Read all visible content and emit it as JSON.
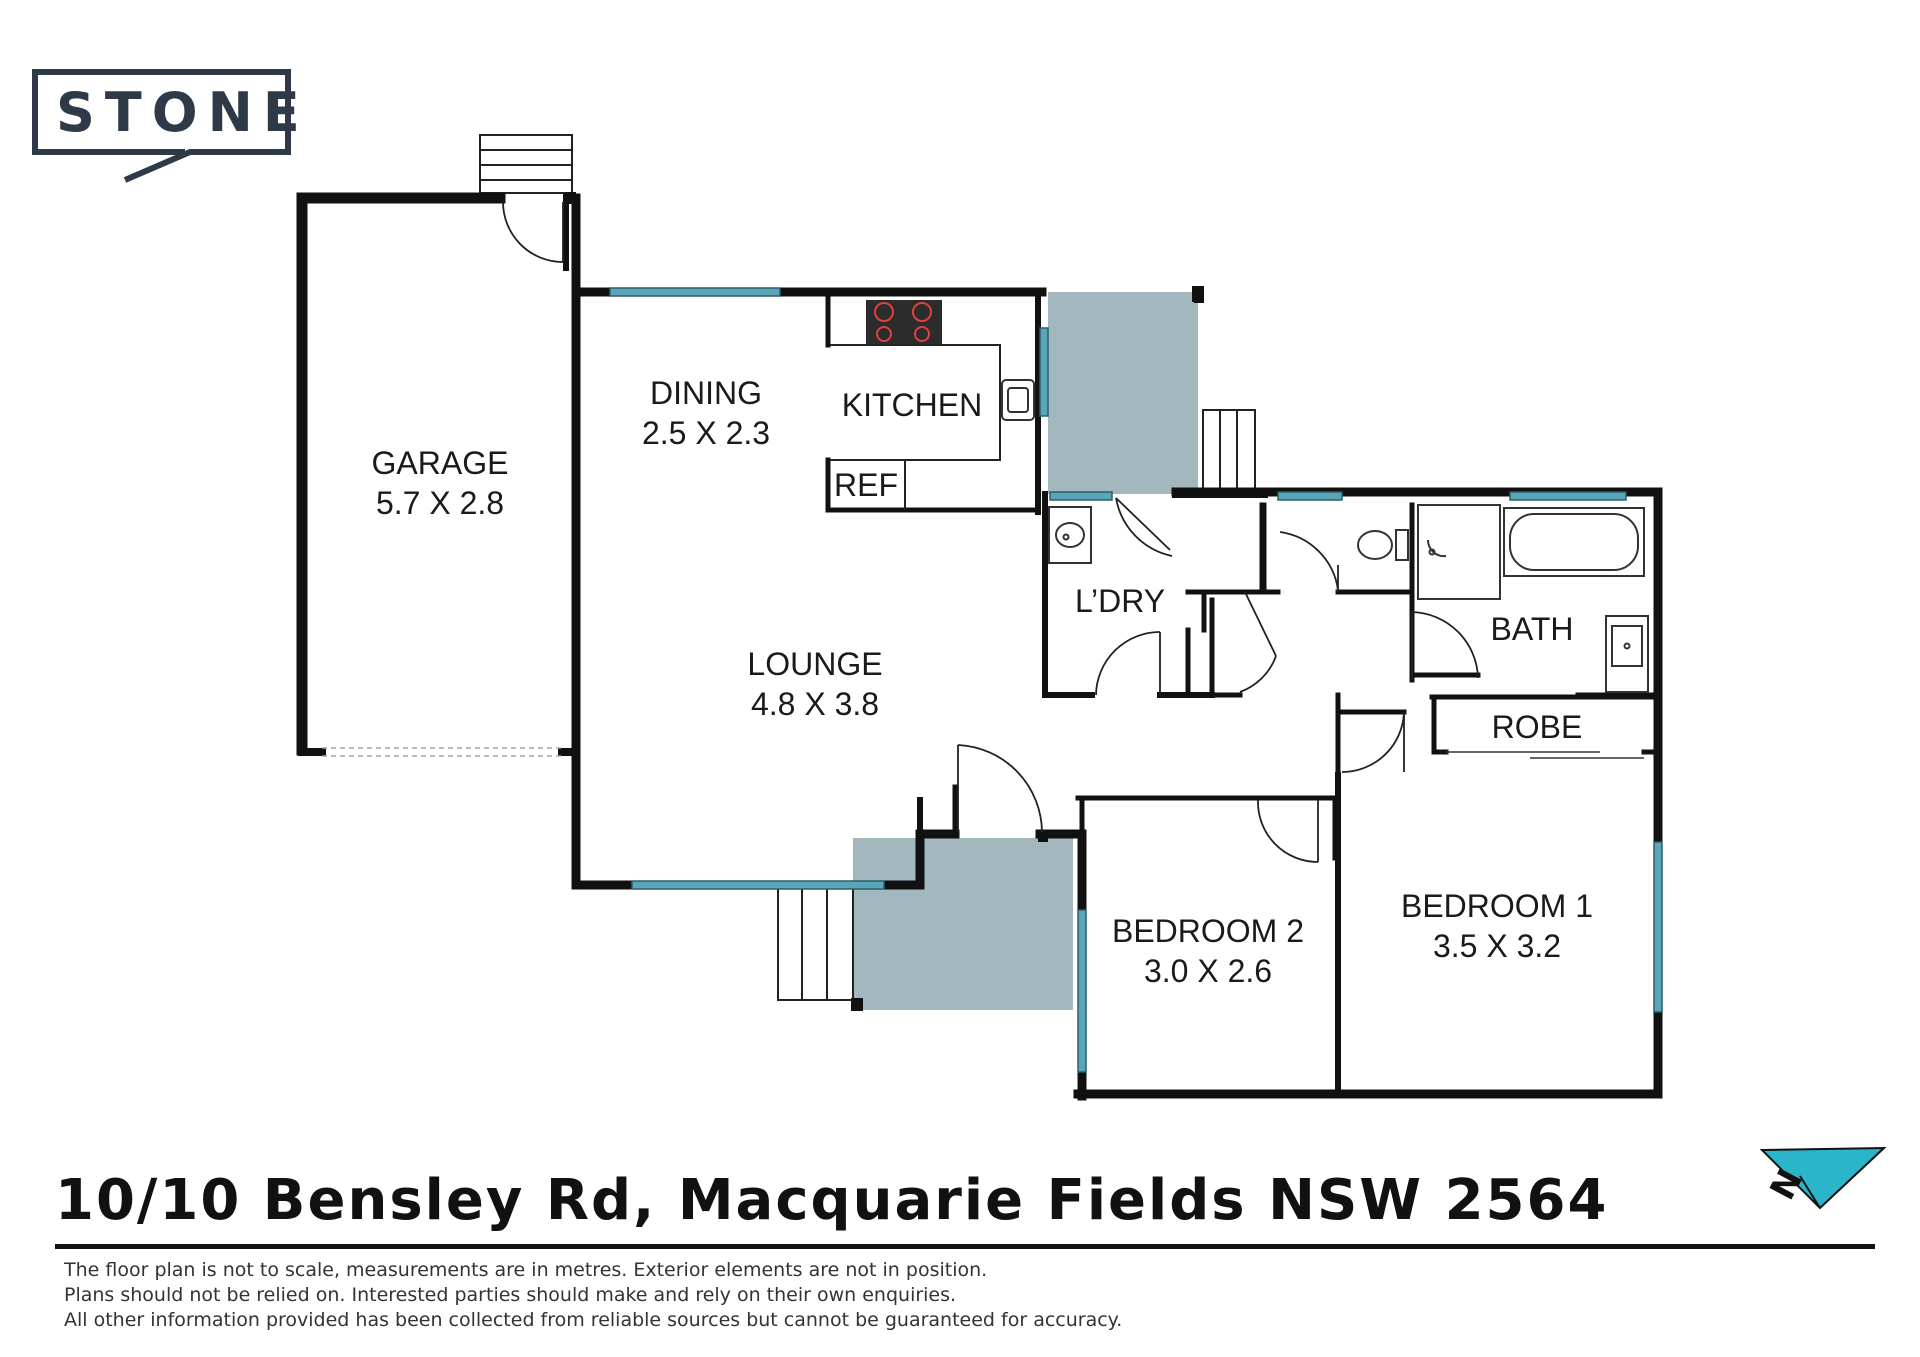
{
  "brand": {
    "logo_text": "STONE",
    "logo_color": "#2f3a48"
  },
  "colors": {
    "wall": "#111111",
    "window": "#5aa6b8",
    "deck": "#a3b7be",
    "north_arrow": "#2bb5c9"
  },
  "rooms": {
    "garage": {
      "name": "GARAGE",
      "size": "5.7 X 2.8"
    },
    "dining": {
      "name": "DINING",
      "size": "2.5 X 2.3"
    },
    "kitchen": {
      "name": "KITCHEN"
    },
    "ref": {
      "name": "REF"
    },
    "lounge": {
      "name": "LOUNGE",
      "size": "4.8 X 3.8"
    },
    "laundry": {
      "name": "L’DRY"
    },
    "bath": {
      "name": "BATH"
    },
    "robe": {
      "name": "ROBE"
    },
    "bedroom2": {
      "name": "BEDROOM 2",
      "size": "3.0 X 2.6"
    },
    "bedroom1": {
      "name": "BEDROOM 1",
      "size": "3.5 X 3.2"
    }
  },
  "north_arrow": {
    "letter": "N",
    "icon": "north-arrow-icon"
  },
  "footer": {
    "address": "10/10 Bensley Rd, Macquarie Fields NSW 2564",
    "disclaimer": [
      "The floor plan is not to scale, measurements are in metres. Exterior elements are not in position.",
      "Plans should not be relied on. Interested parties should make and rely on their own enquiries.",
      "All other information provided has been collected from reliable sources but cannot be guaranteed for accuracy."
    ]
  }
}
